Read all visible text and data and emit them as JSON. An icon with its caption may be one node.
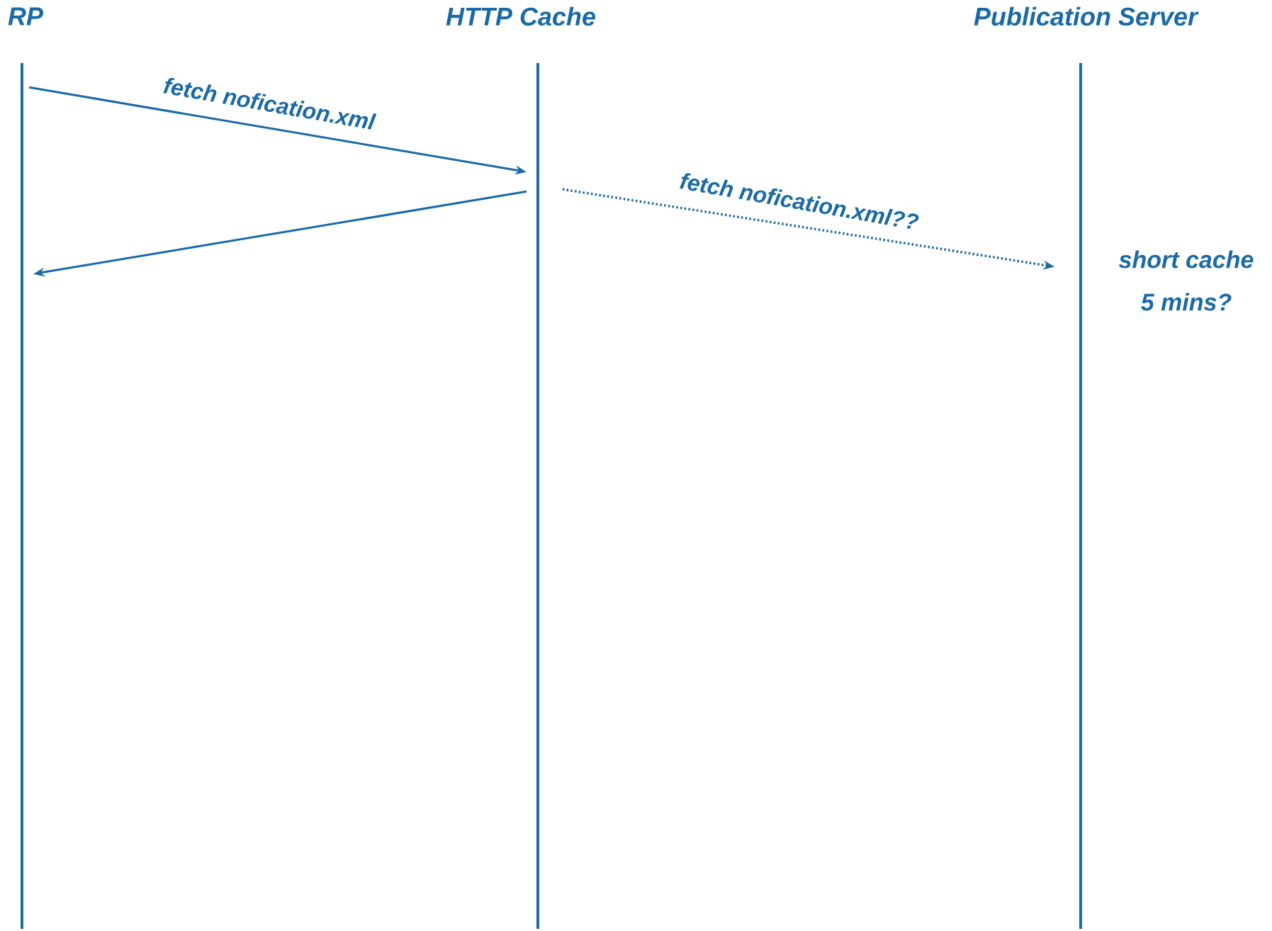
{
  "diagram": {
    "nodes": [
      {
        "text": [
          "RP"
        ]
      },
      {
        "text": [
          "HTTP Cache"
        ]
      },
      {
        "text": [
          "Publication Server"
        ]
      }
    ],
    "edges": [
      {
        "from": 0,
        "to": 1,
        "arrow": "to",
        "label": "fetch nofication.xml"
      },
      {
        "from": 1,
        "to": 0,
        "arrow": "to"
      },
      {
        "from": 1,
        "to": 2,
        "arrow": "to",
        "label": "fetch nofication.xml??",
        "style": "dashed"
      }
    ],
    "labels": [
      "short cache",
      "5 mins?"
    ]
  }
}
